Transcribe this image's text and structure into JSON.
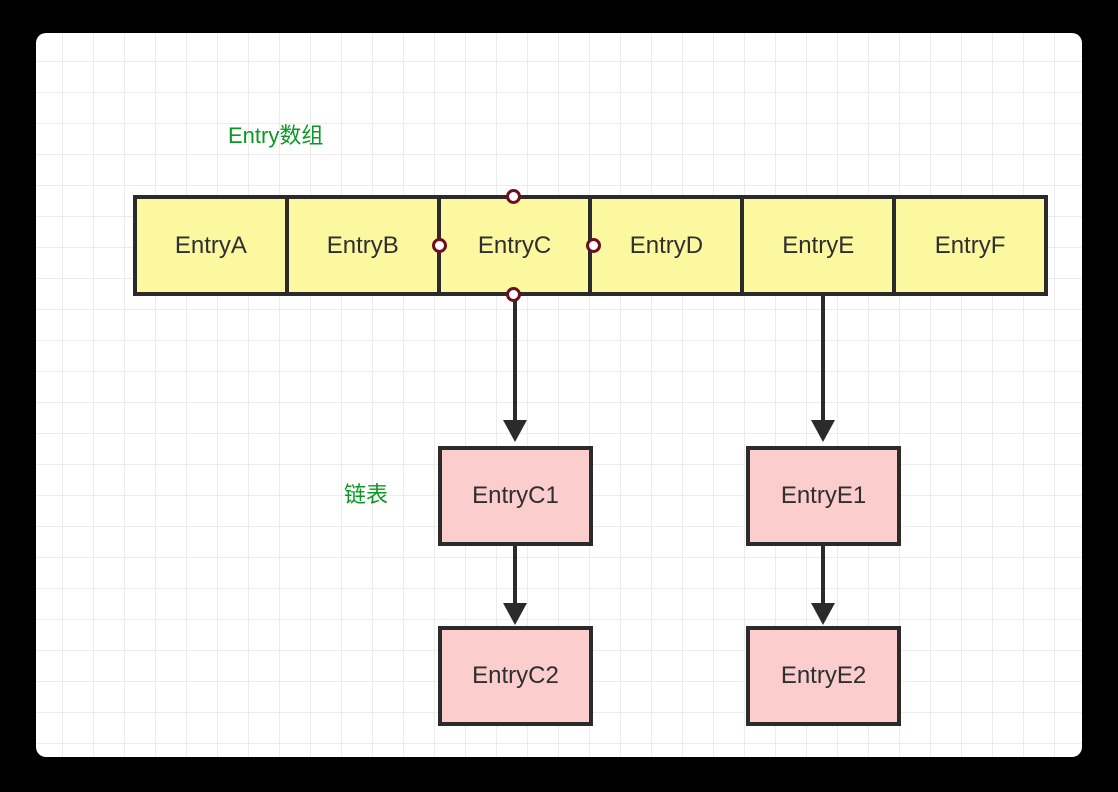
{
  "diagram": {
    "title_labels": {
      "array_label": "Entry数组",
      "list_label": "链表"
    },
    "colors": {
      "array_fill": "#fbf8a0",
      "node_fill": "#fccdcd",
      "stroke": "#2b2b2b",
      "label_green": "#0a9a23",
      "handle_stroke": "#6b1020",
      "handle_fill": "#ffffff",
      "canvas": "#ffffff",
      "grid": "#ececec",
      "page_background": "#000000"
    },
    "array_cells": [
      {
        "label": "EntryA"
      },
      {
        "label": "EntryB"
      },
      {
        "label": "EntryC"
      },
      {
        "label": "EntryD"
      },
      {
        "label": "EntryE"
      },
      {
        "label": "EntryF"
      }
    ],
    "chains": [
      {
        "source": "EntryC",
        "nodes": [
          "EntryC1",
          "EntryC2"
        ]
      },
      {
        "source": "EntryE",
        "nodes": [
          "EntryE1",
          "EntryE2"
        ]
      }
    ],
    "nodes": {
      "c1": "EntryC1",
      "c2": "EntryC2",
      "e1": "EntryE1",
      "e2": "EntryE2"
    }
  }
}
